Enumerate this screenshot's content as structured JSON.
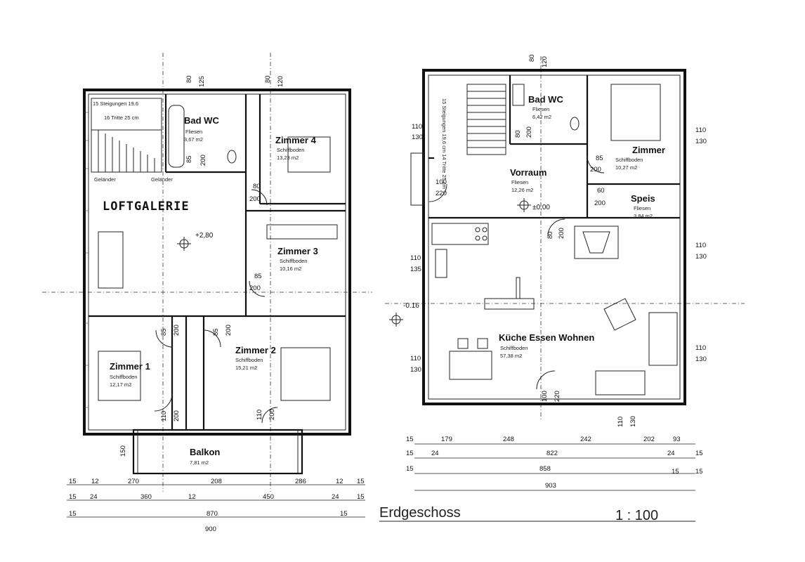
{
  "upper_floor": {
    "stairs": {
      "line1": "15 Steigungen 19.6",
      "line2": "16 Tritte 25 cm"
    },
    "bath": {
      "name": "Bad WC",
      "floor": "Fliesen",
      "area": "3,67 m2"
    },
    "room4": {
      "name": "Zimmer 4",
      "floor": "Schiffboden",
      "area": "13,23 m2"
    },
    "gallery": {
      "name": "LOFTGALERIE",
      "level": "+2,80",
      "railing1": "Geländer",
      "railing2": "Geländer"
    },
    "room3": {
      "name": "Zimmer 3",
      "floor": "Schiffboden",
      "area": "10,16 m2"
    },
    "room1": {
      "name": "Zimmer 1",
      "floor": "Schiffboden",
      "area": "12,17 m2"
    },
    "room2": {
      "name": "Zimmer 2",
      "floor": "Schiffboden",
      "area": "15,21 m2"
    },
    "balcony": {
      "name": "Balkon",
      "area": "7,81 m2",
      "depth": "150"
    },
    "openings": [
      "80",
      "125",
      "80",
      "120",
      "80",
      "200",
      "85",
      "200",
      "85",
      "200",
      "85",
      "200",
      "85",
      "200",
      "110",
      "200",
      "110",
      "200"
    ],
    "dims_row1": [
      "15",
      "12",
      "270",
      "208",
      "286",
      "12",
      "15"
    ],
    "dims_row2": [
      "15",
      "24",
      "360",
      "12",
      "450",
      "24",
      "15"
    ],
    "dims_row3": [
      "15",
      "870",
      "15"
    ],
    "dims_row4": "900"
  },
  "ground_floor": {
    "stairs": {
      "text": "15 Steigungen 19,6 cm  14 Tritte 25 cm"
    },
    "bath": {
      "name": "Bad WC",
      "floor": "Fliesen",
      "area": "6,42 m2"
    },
    "bedroom": {
      "name": "Zimmer",
      "floor": "Schiffboden",
      "area": "10,27 m2"
    },
    "hall": {
      "name": "Vorraum",
      "floor": "Fliesen",
      "area": "12,26 m2",
      "level": "±0,00"
    },
    "pantry": {
      "name": "Speis",
      "floor": "Fliesen",
      "area": "3,84 m2"
    },
    "living": {
      "name": "Küche Essen Wohnen",
      "floor": "Schiffboden",
      "area": "57,38 m2"
    },
    "outside_level": "-0.16",
    "openings": [
      "80",
      "120",
      "80",
      "200",
      "85",
      "200",
      "100",
      "220",
      "60",
      "200",
      "80",
      "200",
      "100",
      "220",
      "110",
      "130"
    ],
    "side_left": [
      "110",
      "130",
      "110",
      "135",
      "110",
      "130"
    ],
    "side_right": [
      "110",
      "130",
      "110",
      "130",
      "110",
      "130"
    ],
    "dims_row1": [
      "15",
      "179",
      "248",
      "242",
      "202",
      "93"
    ],
    "dims_row2": [
      "15",
      "24",
      "822",
      "24",
      "15"
    ],
    "dims_row3": [
      "15",
      "858",
      "15",
      "15"
    ],
    "dims_row4": "903"
  },
  "footer": {
    "title": "Erdgeschoss",
    "scale": "1 : 100"
  }
}
